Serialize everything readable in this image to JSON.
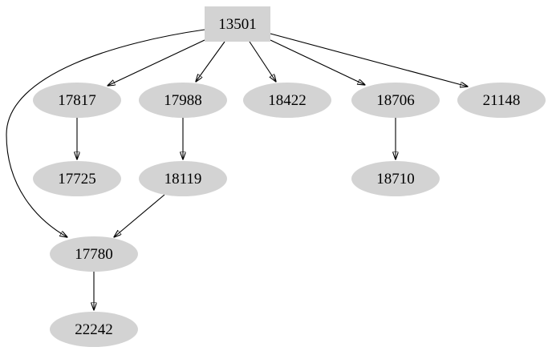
{
  "diagram": {
    "type": "directed-graph",
    "background_color": "#ffffff",
    "node_fill_color": "#d3d3d3",
    "text_color": "#000000",
    "edge_color": "#000000",
    "nodes": [
      {
        "id": "13501",
        "label": "13501",
        "shape": "box"
      },
      {
        "id": "17817",
        "label": "17817",
        "shape": "ellipse"
      },
      {
        "id": "17988",
        "label": "17988",
        "shape": "ellipse"
      },
      {
        "id": "18422",
        "label": "18422",
        "shape": "ellipse"
      },
      {
        "id": "18706",
        "label": "18706",
        "shape": "ellipse"
      },
      {
        "id": "21148",
        "label": "21148",
        "shape": "ellipse"
      },
      {
        "id": "17725",
        "label": "17725",
        "shape": "ellipse"
      },
      {
        "id": "18119",
        "label": "18119",
        "shape": "ellipse"
      },
      {
        "id": "18710",
        "label": "18710",
        "shape": "ellipse"
      },
      {
        "id": "17780",
        "label": "17780",
        "shape": "ellipse"
      },
      {
        "id": "22242",
        "label": "22242",
        "shape": "ellipse"
      }
    ],
    "edges": [
      {
        "from": "13501",
        "to": "17817"
      },
      {
        "from": "13501",
        "to": "17988"
      },
      {
        "from": "13501",
        "to": "18422"
      },
      {
        "from": "13501",
        "to": "18706"
      },
      {
        "from": "13501",
        "to": "21148"
      },
      {
        "from": "13501",
        "to": "17780"
      },
      {
        "from": "17817",
        "to": "17725"
      },
      {
        "from": "17988",
        "to": "18119"
      },
      {
        "from": "18706",
        "to": "18710"
      },
      {
        "from": "18119",
        "to": "17780"
      },
      {
        "from": "17780",
        "to": "22242"
      }
    ]
  }
}
